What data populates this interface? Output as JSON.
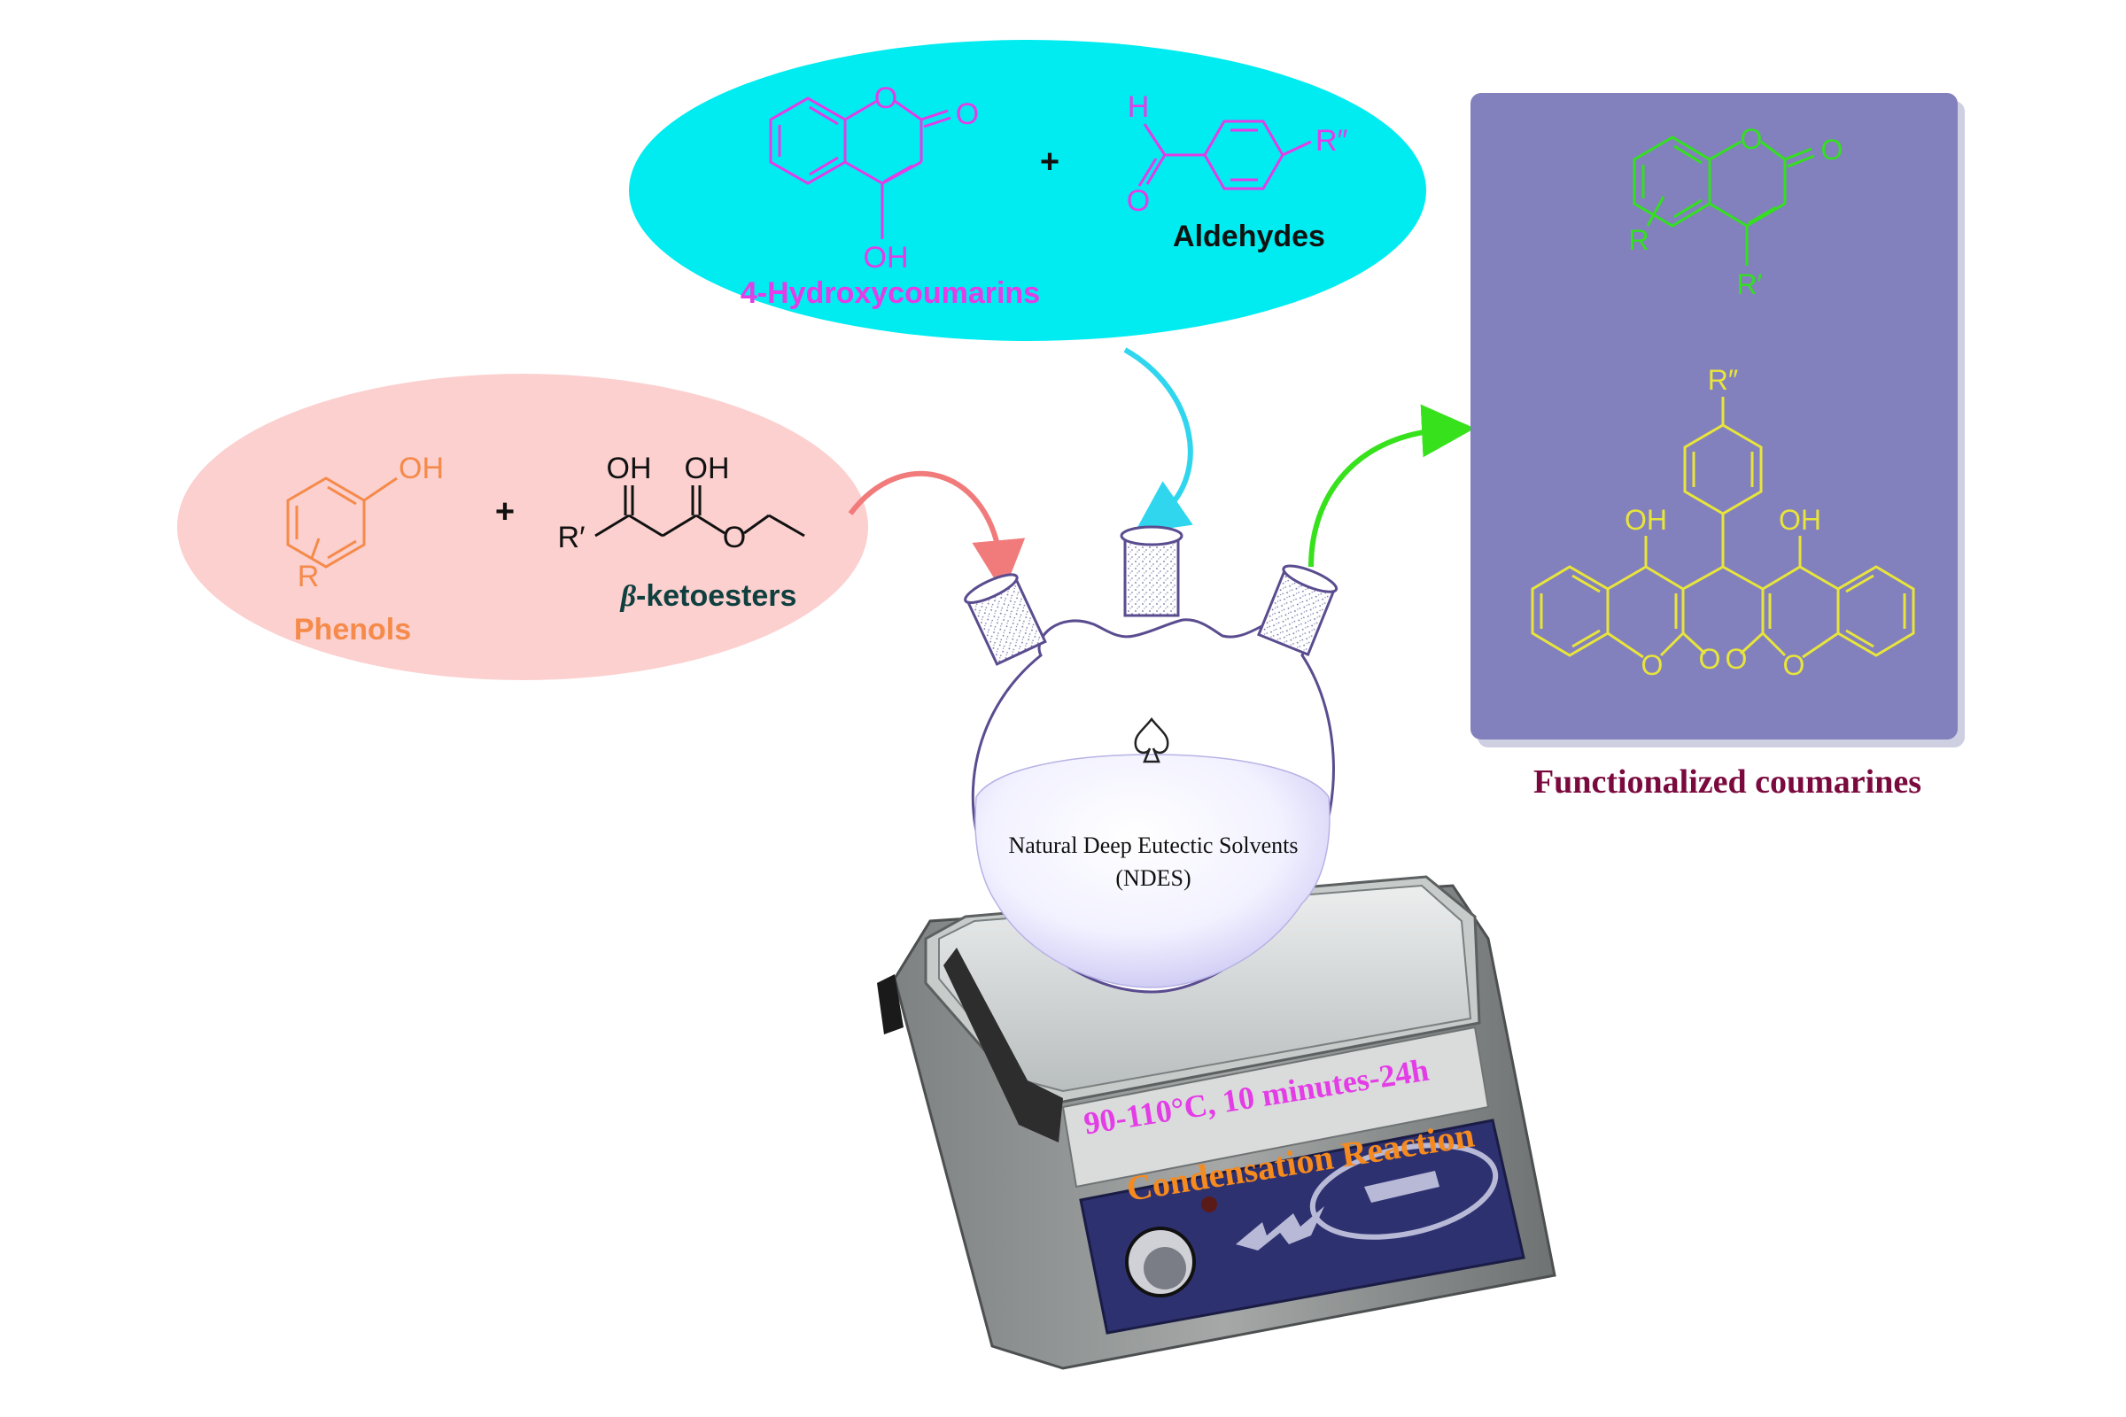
{
  "colors": {
    "magenta": "#e43ce6",
    "cyan": "#00ecf0",
    "salmon": "#fbd0cf",
    "orange": "#f58a4a",
    "dark_teal": "#0f3f3f",
    "purple_panel": "#8380be",
    "green": "#33e01f",
    "yellow": "#e8e53a",
    "maroon": "#7a0a3e",
    "arrow_red": "#f17b7b",
    "arrow_cyan": "#2fd6ee",
    "arrow_green": "#37e21d"
  },
  "reagents": {
    "hydroxycoumarin": {
      "name": "4-Hydroxycoumarins",
      "atom_o_ring": "O",
      "atom_o_carbonyl": "O",
      "atom_oh": "OH"
    },
    "plus_top": "+",
    "aldehyde": {
      "name": "Aldehydes",
      "atom_h": "H",
      "atom_o": "O",
      "substituent": "R″"
    },
    "phenol": {
      "name": "Phenols",
      "atom_oh": "OH",
      "substituent": "R"
    },
    "plus_left": "+",
    "ketoester": {
      "name_prefix": "β",
      "name_suffix": "-ketoesters",
      "atom_oh1": "OH",
      "atom_oh2": "OH",
      "atom_o": "O",
      "substituent": "R′"
    }
  },
  "flask": {
    "solvent_line1": "Natural Deep Eutectic Solvents",
    "solvent_line2": "(NDES)"
  },
  "hotplate": {
    "conditions": "90-110°C, 10 minutes-24h",
    "reaction": "Condensation Reaction"
  },
  "product": {
    "title": "Functionalized coumarines",
    "coumarin": {
      "atom_o_ring": "O",
      "atom_o_carbonyl": "O",
      "sub_r": "R",
      "sub_r1": "R′"
    },
    "dicoumarol": {
      "sub_top": "R″",
      "oh_left": "OH",
      "oh_right": "OH",
      "o_ring_left": "O",
      "o_carb_left": "O",
      "o_carb_right": "O",
      "o_ring_right": "O"
    }
  }
}
